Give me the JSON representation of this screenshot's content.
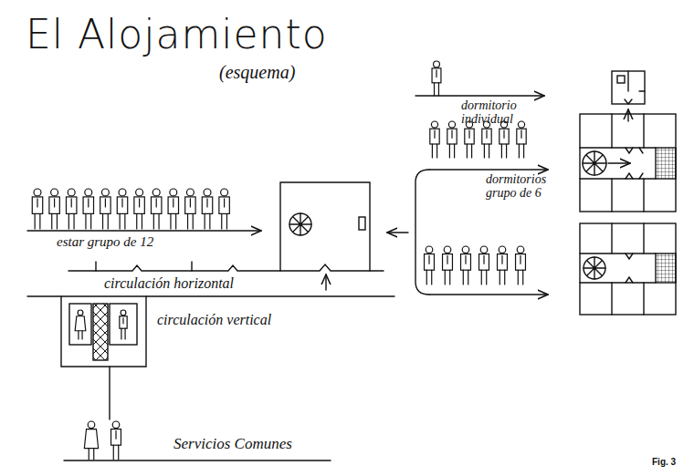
{
  "diagram": {
    "title": "El Alojamiento",
    "labels": [
      "(esquema)",
      "dormitorio individual",
      "dormitorios grupo de 6",
      "estar grupo de 12",
      "circulación horizontal",
      "circulación vertical",
      "Servicios Comunes",
      "Fig. 3"
    ]
  }
}
